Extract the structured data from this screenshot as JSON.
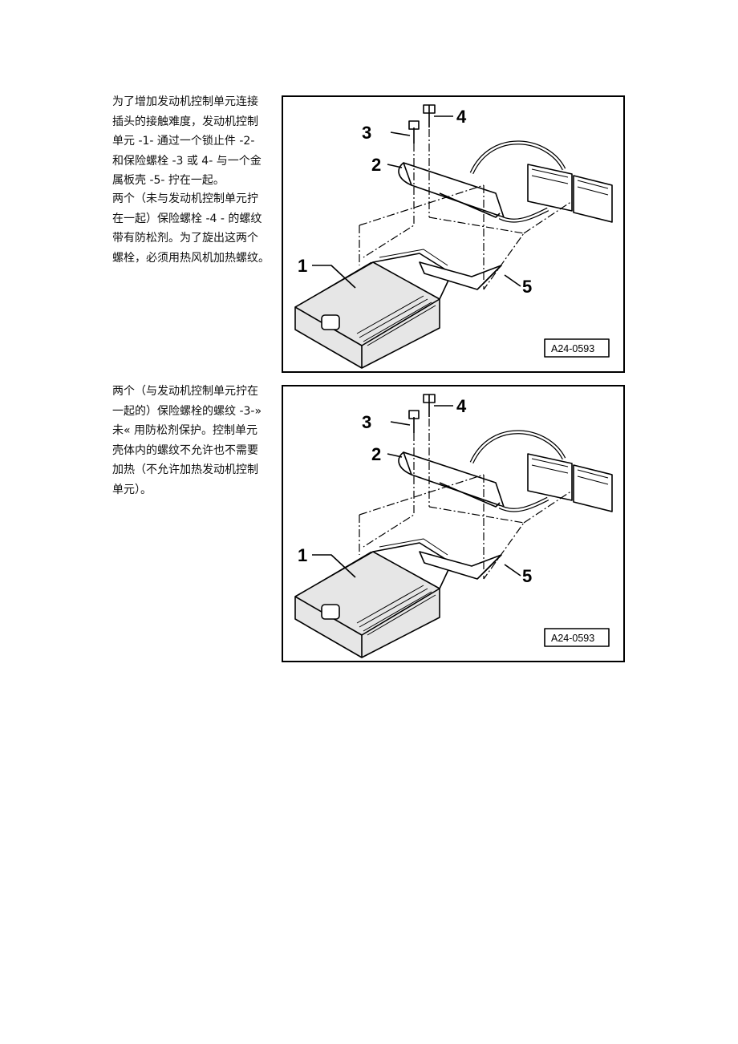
{
  "paragraphs": [
    "为了增加发动机控制单元连接\n插头的接触难度，发动机控制\n单元 -1- 通过一个锁止件 -2-\n和保险螺栓 -3 或 4- 与一个金\n属板壳 -5- 拧在一起。",
    "两个（未与发动机控制单元拧\n在一起）保险螺栓 -4 - 的螺纹\n带有防松剂。为了旋出这两个\n螺栓，必须用热风机加热螺纹。",
    "两个（与发动机控制单元拧在\n一起的）保险螺栓的螺纹 -3-»\n未« 用防松剂保护。控制单元\n壳体内的螺纹不允许也不需要\n加热（不允许加热发动机控制\n单元）。"
  ],
  "figures": [
    {
      "id": "A24-0593",
      "callouts": {
        "c1": "1",
        "c2": "2",
        "c3": "3",
        "c4": "4",
        "c5": "5"
      }
    },
    {
      "id": "A24-0593",
      "callouts": {
        "c1": "1",
        "c2": "2",
        "c3": "3",
        "c4": "4",
        "c5": "5"
      }
    }
  ]
}
